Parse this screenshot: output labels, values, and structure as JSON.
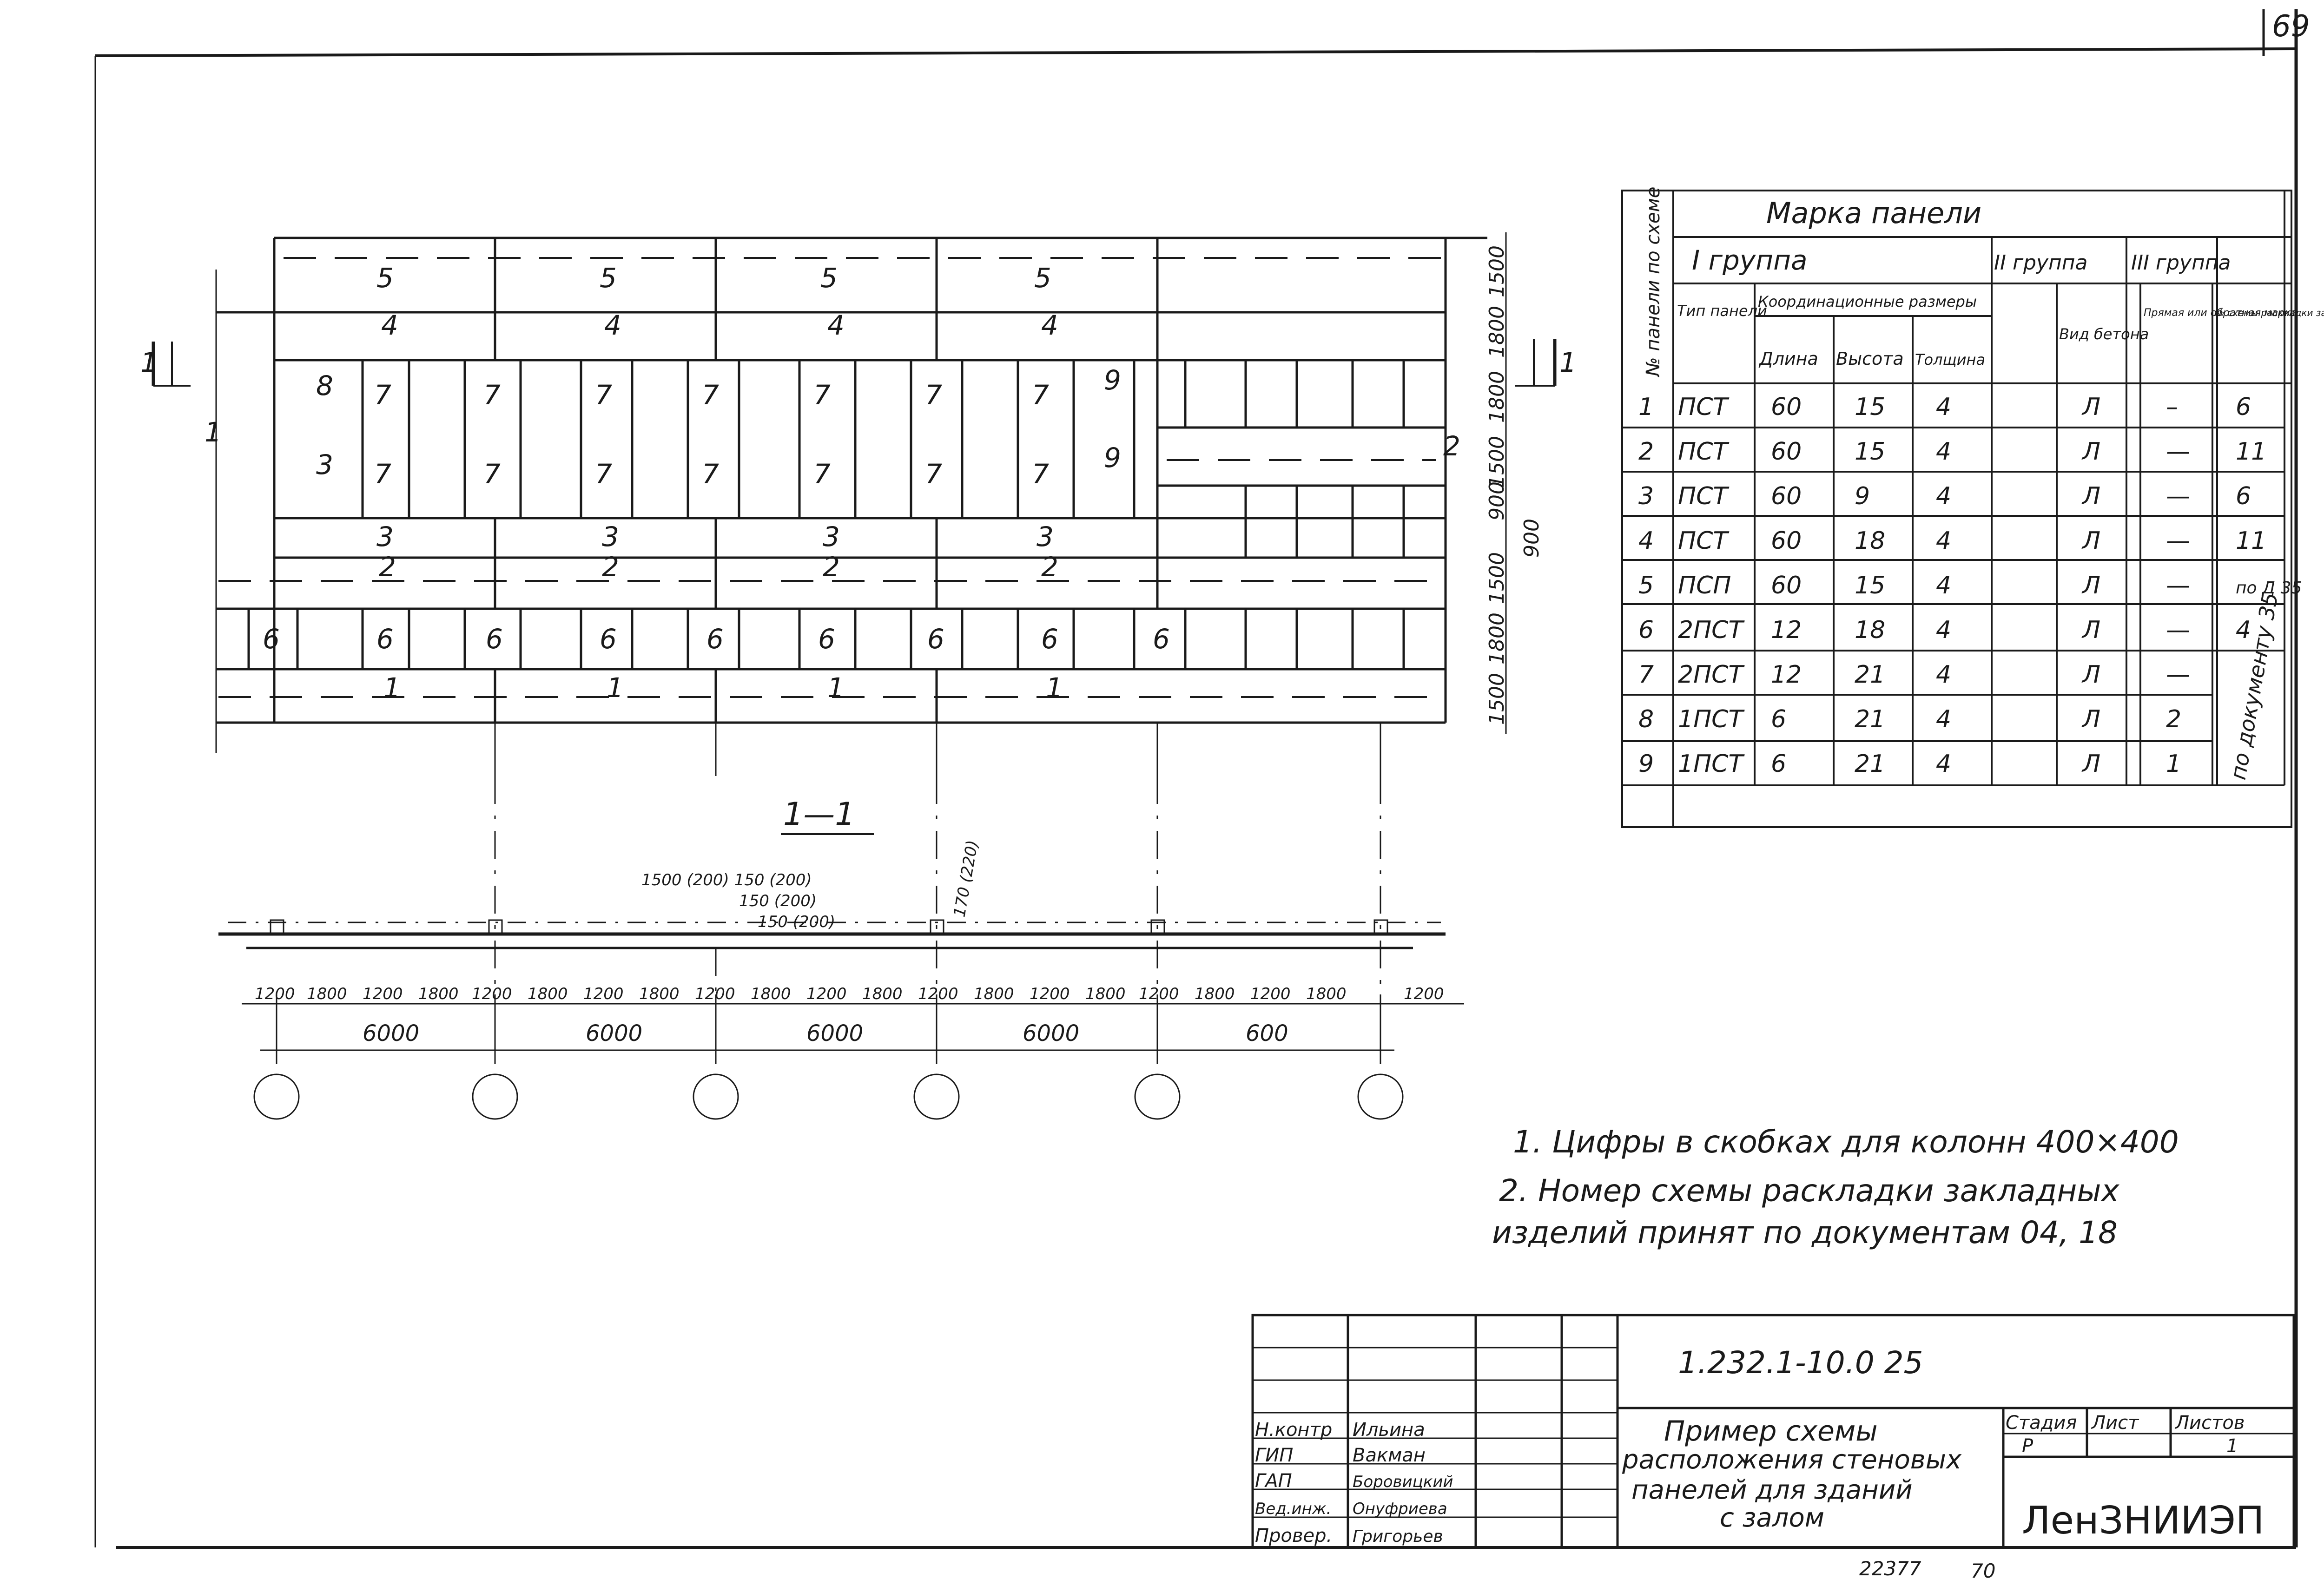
{
  "page_number": "69",
  "elevation": {
    "panel_labels": {
      "row5": [
        "5",
        "5",
        "5",
        "5"
      ],
      "row4": [
        "4",
        "4",
        "4",
        "4"
      ],
      "row7a": [
        "8",
        "7",
        "7",
        "7",
        "7",
        "7",
        "7",
        "7",
        "9"
      ],
      "row7b": [
        "3",
        "7",
        "7",
        "7",
        "7",
        "7",
        "7",
        "7",
        "9"
      ],
      "row3": [
        "3",
        "3",
        "3",
        "3"
      ],
      "row2": [
        "2",
        "2",
        "2",
        "2"
      ],
      "row6": [
        "6",
        "6",
        "6",
        "6",
        "6",
        "6",
        "6",
        "6",
        "6"
      ],
      "row1": [
        "1",
        "1",
        "1",
        "1"
      ]
    },
    "height_dims": [
      "1500",
      "1800",
      "1800",
      "1500",
      "900",
      "1500",
      "1800",
      "1500"
    ],
    "extra_dim": "900",
    "section_marks": [
      "1",
      "1"
    ],
    "side_mark_left": "1",
    "side_mark_right": "2"
  },
  "section": {
    "title": "1—1",
    "annotations": [
      "1500 (200) 150 (200)",
      "150 (200)",
      "150 (200)",
      "170 (220)"
    ],
    "spacing_dims": [
      "1200",
      "1800",
      "1200",
      "1800",
      "1200",
      "1800",
      "1200",
      "1800",
      "1200",
      "1800",
      "1200",
      "1800",
      "1200",
      "1800",
      "1200",
      "1800",
      "1200",
      "1800",
      "1200",
      "1800",
      "1200"
    ],
    "bay_dims": [
      "6000",
      "6000",
      "6000",
      "6000",
      "600"
    ]
  },
  "table": {
    "col_no": "№ панели по схеме",
    "header_main": "Марка панели",
    "group1": "I группа",
    "group2": "II группа",
    "group3": "III группа",
    "type_header": "Тип панели",
    "coord_header": "Координационные размеры",
    "length_header": "Длина",
    "height_header": "Высота",
    "thick_header": "Толщина",
    "concrete_header": "Вид бетона",
    "mirror_header": "Прямая или обратная марка",
    "scheme_header": "№ схемы раскладки закл. изделий",
    "rows": [
      [
        "1",
        "ПСТ",
        "60",
        "15",
        "4",
        "Л",
        "–",
        "6"
      ],
      [
        "2",
        "ПСТ",
        "60",
        "15",
        "4",
        "Л",
        "—",
        "11"
      ],
      [
        "3",
        "ПСТ",
        "60",
        "9",
        "4",
        "Л",
        "—",
        "6"
      ],
      [
        "4",
        "ПСТ",
        "60",
        "18",
        "4",
        "Л",
        "—",
        "11"
      ],
      [
        "5",
        "ПСП",
        "60",
        "15",
        "4",
        "Л",
        "—",
        "по Д 35"
      ],
      [
        "6",
        "2ПСТ",
        "12",
        "18",
        "4",
        "Л",
        "—",
        "4"
      ],
      [
        "7",
        "2ПСТ",
        "12",
        "21",
        "4",
        "Л",
        "—",
        ""
      ],
      [
        "8",
        "1ПСТ",
        "6",
        "21",
        "4",
        "Л",
        "2",
        ""
      ],
      [
        "9",
        "1ПСТ",
        "6",
        "21",
        "4",
        "Л",
        "1",
        ""
      ]
    ],
    "merged_note": "по документу 35"
  },
  "notes": [
    "1. Цифры в скобках для колонн 400×400",
    "2. Номер схемы раскладки закладных",
    "изделий принят по документам 04, 18"
  ],
  "title_block": {
    "doc_code": "1.232.1-10.0 25",
    "roles": [
      "Н.контр",
      "ГИП",
      "ГАП",
      "Вед.инж.",
      "Провер."
    ],
    "names": [
      "Ильина",
      "Вакман",
      "Боровицкий",
      "Онуфриева",
      "Григорьев"
    ],
    "title_lines": [
      "Пример схемы",
      "расположения стеновых",
      "панелей для зданий",
      "с залом"
    ],
    "stage_label": "Стадия",
    "sheet_label": "Лист",
    "sheets_label": "Листов",
    "stage_value": "Р",
    "sheets_value": "1",
    "org": "ЛенЗНИИЭП"
  },
  "footer": {
    "inventory": "22377",
    "page": "70"
  }
}
